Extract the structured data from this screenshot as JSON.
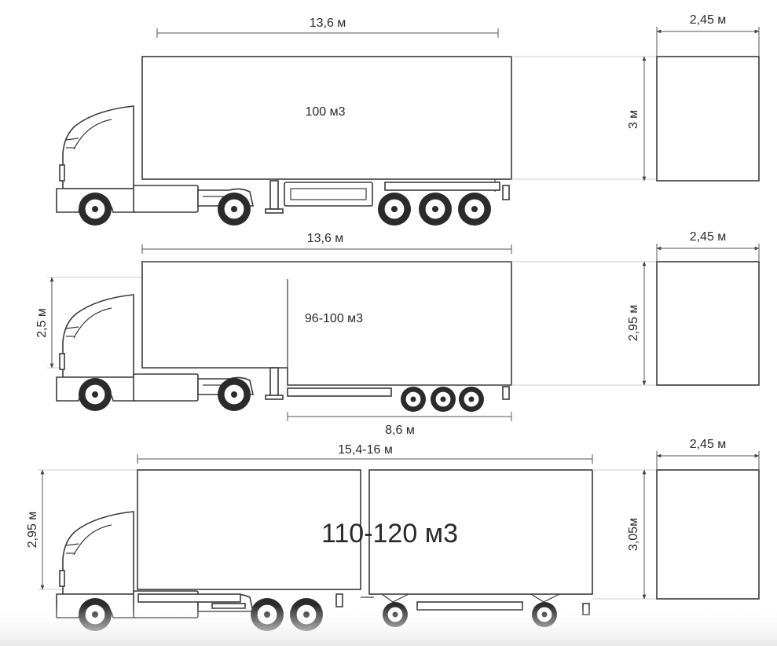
{
  "rows": [
    {
      "length_label": "13,6 м",
      "volume_label": "100 м3",
      "section_width_label": "2,45 м",
      "section_height_label": "3 м"
    },
    {
      "length_label": "13,6 м",
      "volume_label": "96-100 м3",
      "deck_height_label": "2,5 м",
      "lower_deck_length_label": "8,6 м",
      "section_width_label": "2,45 м",
      "section_height_label": "2,95 м"
    },
    {
      "length_label": "15,4-16 м",
      "volume_label": "110-120 м3",
      "body_height_label": "2,95 м",
      "section_width_label": "2,45 м",
      "section_height_label": "3,05м"
    }
  ]
}
